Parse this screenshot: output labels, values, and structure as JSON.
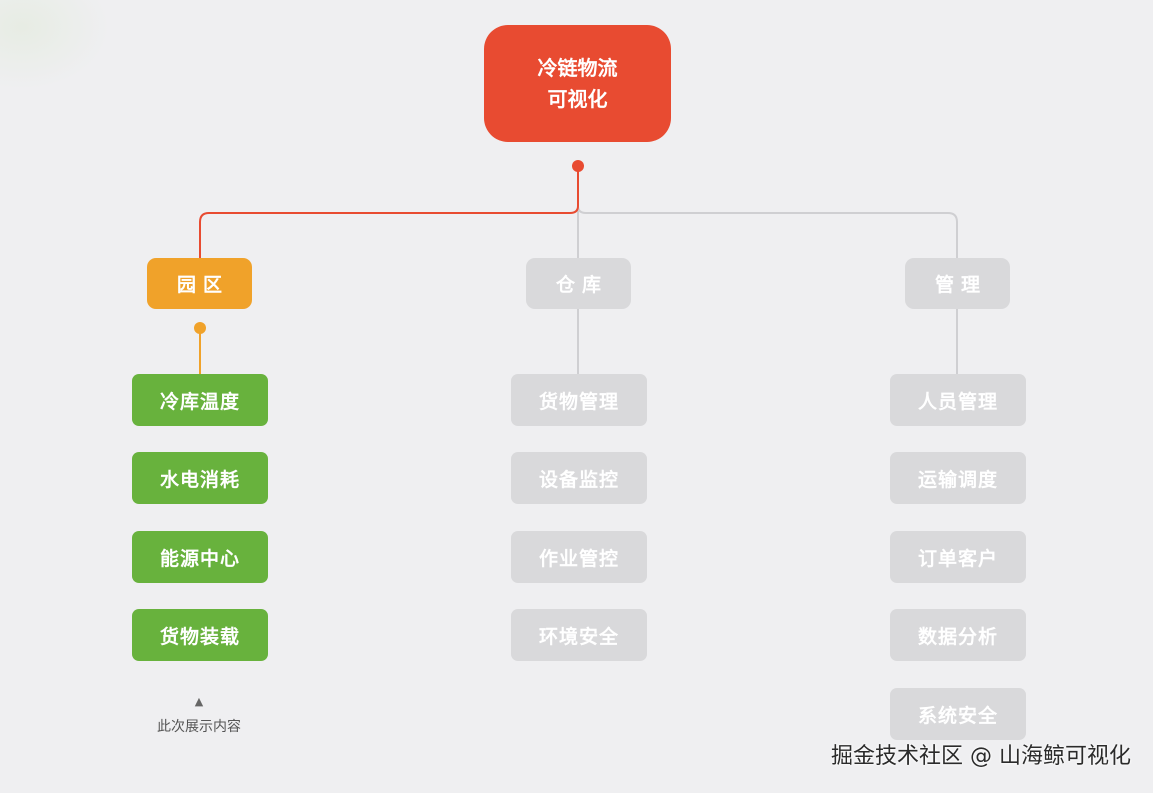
{
  "colors": {
    "root": "#e84b31",
    "active_category": "#f0a22a",
    "active_leaf": "#68b23d",
    "inactive": "#d9d9db",
    "inactive_text": "#ffffff",
    "active_line": "#e84b31",
    "active_branch_line": "#f0a22a",
    "inactive_line": "#cfcfd2"
  },
  "root": {
    "line1": "冷链物流",
    "line2": "可视化"
  },
  "categories": [
    {
      "label": "园区",
      "state": "active",
      "items": [
        "冷库温度",
        "水电消耗",
        "能源中心",
        "货物装载"
      ]
    },
    {
      "label": "仓库",
      "state": "inactive",
      "items": [
        "货物管理",
        "设备监控",
        "作业管控",
        "环境安全"
      ]
    },
    {
      "label": "管理",
      "state": "inactive",
      "items": [
        "人员管理",
        "运输调度",
        "订单客户",
        "数据分析",
        "系统安全"
      ]
    }
  ],
  "note": {
    "arrow": "▲",
    "text": "此次展示内容"
  },
  "watermark": "掘金技术社区 @ 山海鲸可视化"
}
